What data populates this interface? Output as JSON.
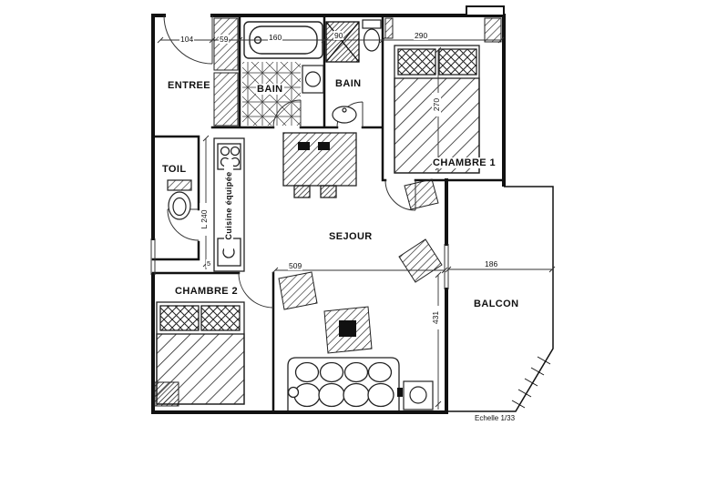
{
  "plan": {
    "rooms": {
      "entree": "ENTREE",
      "bain1": "BAIN",
      "bain2": "BAIN",
      "chambre1": "CHAMBRE 1",
      "toil": "TOIL",
      "cuisine": "Cuisine équipée",
      "sejour": "SEJOUR",
      "chambre2": "CHAMBRE 2",
      "balcon": "BALCON"
    },
    "dims": {
      "d104": "104",
      "d59": "59",
      "d160": "160",
      "d90": "90",
      "d290": "290",
      "d270": "270",
      "dL240": "L 240",
      "d5": "5",
      "d509": "509",
      "d431": "431",
      "d186": "186"
    },
    "scale": "Echelle 1/33",
    "colors": {
      "ink": "#111111",
      "paper": "#ffffff"
    }
  }
}
